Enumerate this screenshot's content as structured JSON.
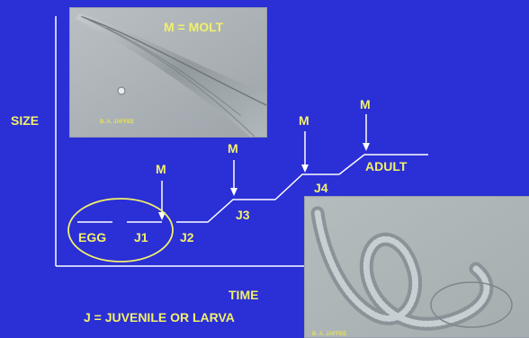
{
  "diagram": {
    "y_axis_label": "SIZE",
    "x_axis_label": "TIME",
    "legend_juvenile": "J = JUVENILE OR LARVA",
    "legend_molt": "M = MOLT",
    "molt_marker": "M",
    "stages": [
      "EGG",
      "J1",
      "J2",
      "J3",
      "J4",
      "ADULT"
    ],
    "photo_credit_top": "B. A. JAFFEE",
    "photo_credit_bottom": "B. A. JAFFEE"
  },
  "colors": {
    "background": "#2a2fd6",
    "label": "#f2f06a",
    "line": "#ffffff"
  }
}
